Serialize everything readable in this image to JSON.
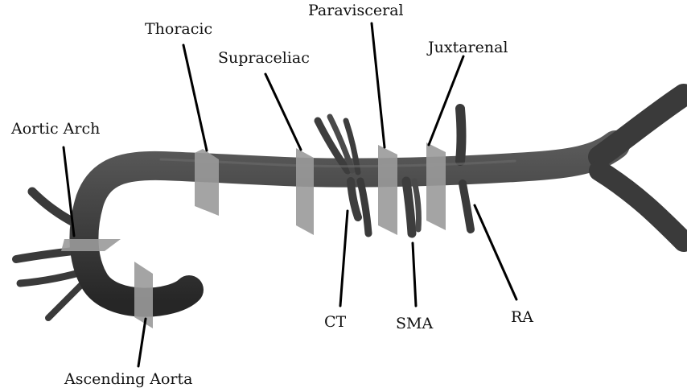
{
  "labels": {
    "aortic_arch": "Aortic Arch",
    "thoracic": "Thoracic",
    "supraceliac": "Supraceliac",
    "paravisceral": "Paravisceral",
    "juxtarenal": "Juxtarenal",
    "ct": "CT",
    "sma": "SMA",
    "ra": "RA",
    "ascending_aorta": "Ascending Aorta"
  },
  "colors": {
    "vessel": "#3d3d3d",
    "vessel_highlight": "#6a6a6a",
    "clamp_plane": "#9a9a9a",
    "leader_line": "#000000"
  }
}
